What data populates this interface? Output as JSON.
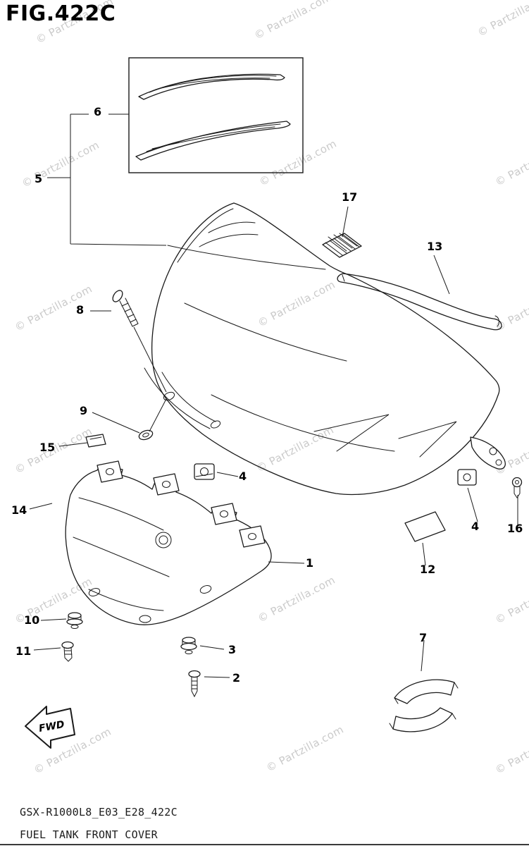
{
  "page": {
    "fig_title": "FIG.422C",
    "watermark": "© Partzilla.com",
    "fwd_label": "FWD",
    "footer_code": "GSX-R1000L8_E03_E28_422C",
    "footer_caption": "FUEL TANK FRONT COVER"
  },
  "callouts": {
    "n1": "1",
    "n2": "2",
    "n3": "3",
    "n4": "4",
    "n5": "5",
    "n6": "6",
    "n7": "7",
    "n8": "8",
    "n9": "9",
    "n10": "10",
    "n11": "11",
    "n12": "12",
    "n13": "13",
    "n14": "14",
    "n15": "15",
    "n16": "16",
    "n17": "17"
  }
}
